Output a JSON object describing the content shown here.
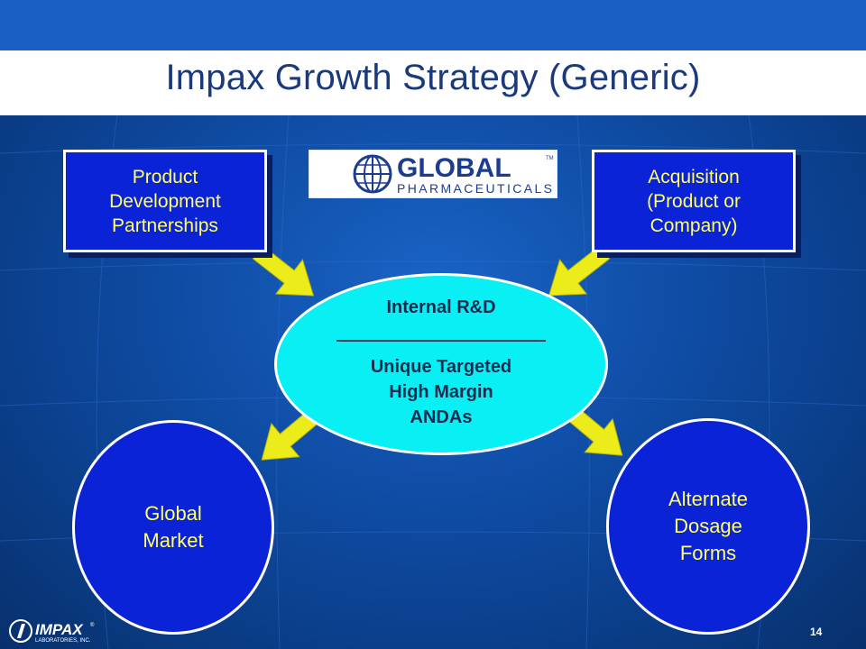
{
  "slide": {
    "title": "Impax Growth Strategy (Generic)",
    "page_number": "14"
  },
  "boxes": {
    "product_development": "Product\nDevelopment\nPartnerships",
    "acquisition": "Acquisition\n(Product or\nCompany)"
  },
  "center": {
    "heading": "Internal R&D",
    "body": "Unique Targeted\nHigh Margin\nANDAs"
  },
  "circles": {
    "global_market": "Global\nMarket",
    "alternate_dosage": "Alternate\nDosage\nForms"
  },
  "logos": {
    "global_pharma": {
      "word": "GLOBAL",
      "sub": "PHARMACEUTICALS",
      "tm": "TM"
    },
    "impax": {
      "word": "IMPAX",
      "sub": "LABORATORIES, INC.",
      "tm": "®"
    }
  },
  "colors": {
    "background": "#0f4da6",
    "box_fill": "#0b23d6",
    "box_text": "#ffff66",
    "ellipse_fill": "#08f0f4",
    "arrow_fill": "#ecec1a",
    "title_text": "#1a3a7c"
  }
}
